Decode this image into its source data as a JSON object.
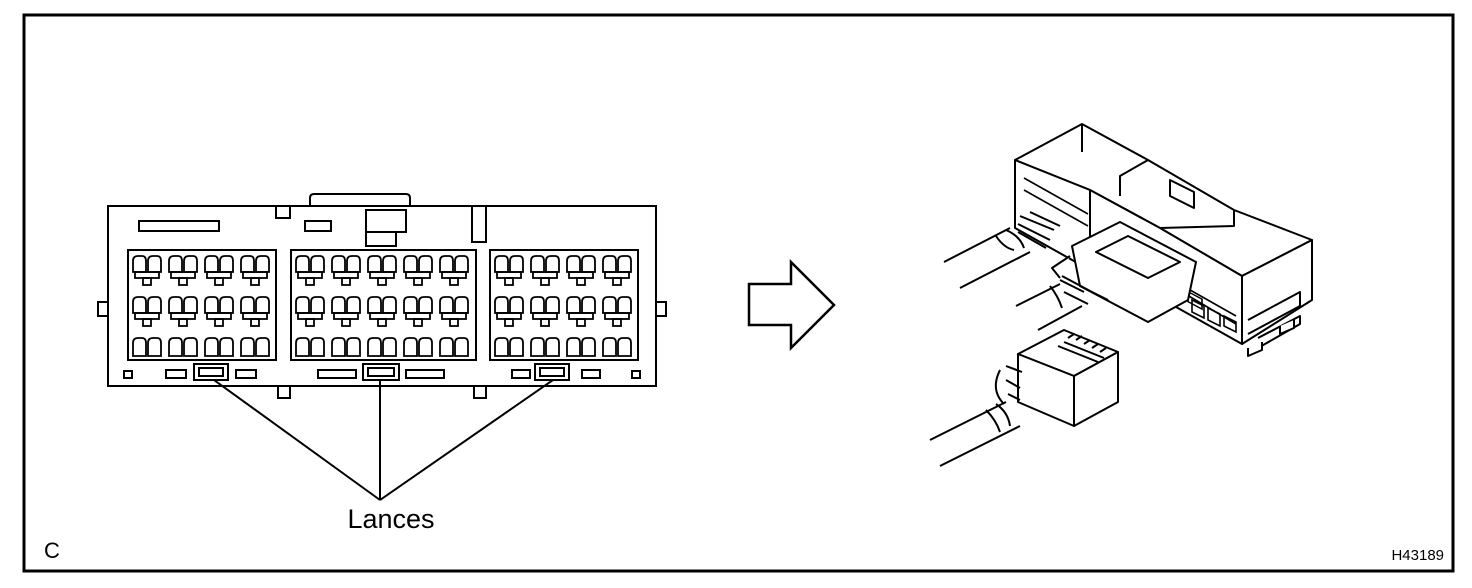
{
  "labels": {
    "lances": "Lances",
    "corner_letter": "C",
    "figure_code": "H43189"
  },
  "colors": {
    "ink": "#000000",
    "paper": "#ffffff"
  }
}
